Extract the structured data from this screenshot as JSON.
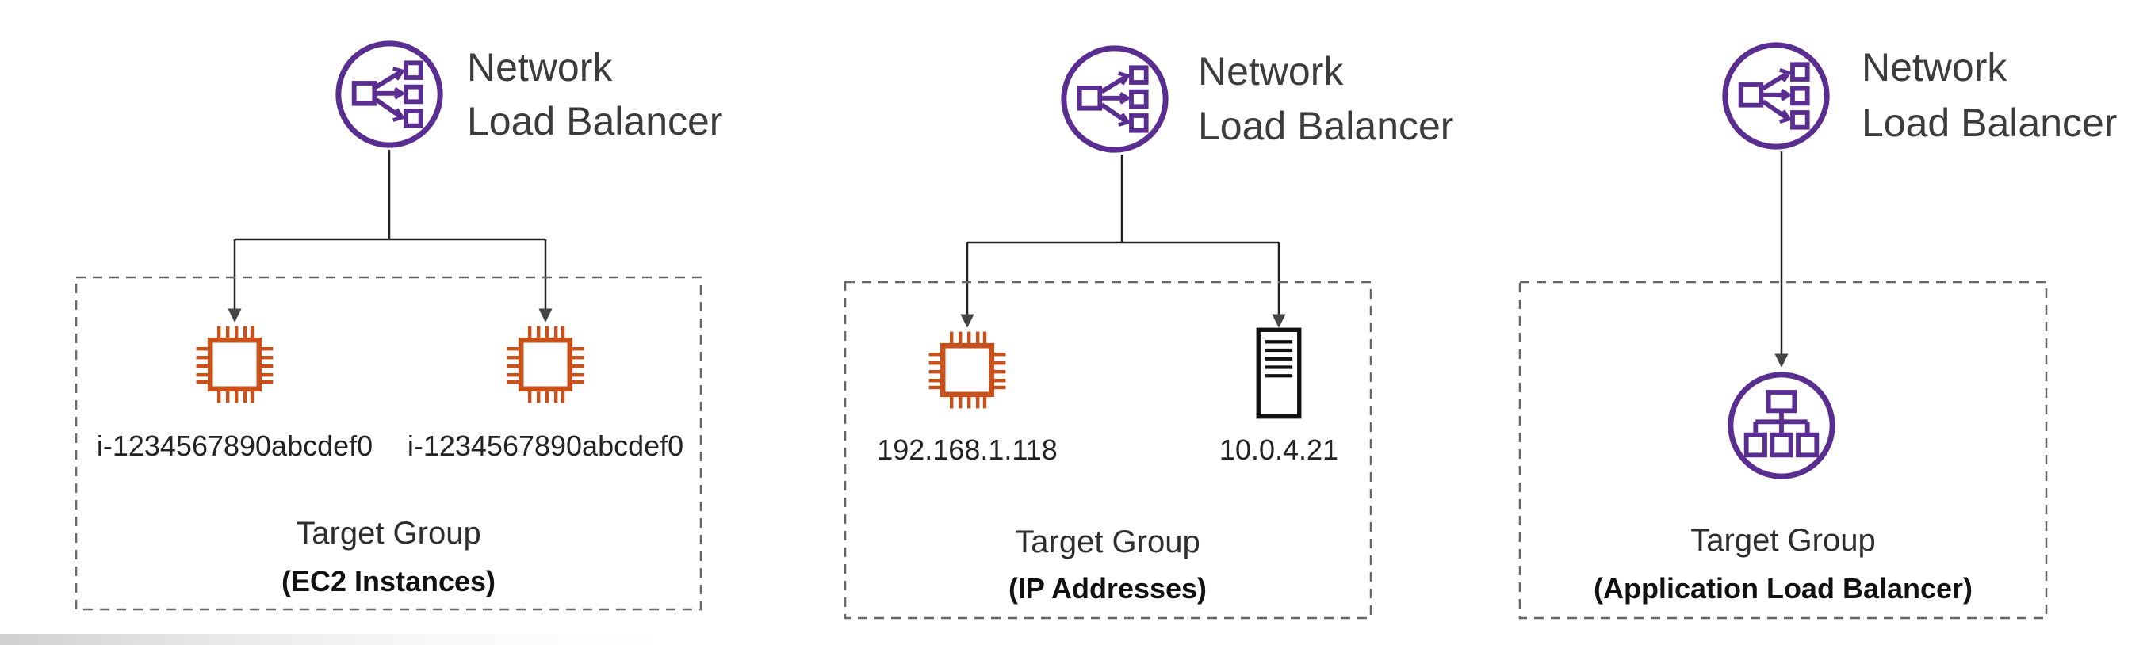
{
  "colors": {
    "nlb": "#5a2d91",
    "ec2": "#c8511b",
    "connector": "#222222",
    "border": "#666666",
    "server": "#111111"
  },
  "panels": [
    {
      "id": "ec2",
      "nlb": {
        "line1": "Network",
        "line2": "Load Balancer",
        "icon": "network-load-balancer-icon"
      },
      "targets": [
        {
          "icon": "ec2-instance-icon",
          "label": "i-1234567890abcdef0"
        },
        {
          "icon": "ec2-instance-icon",
          "label": "i-1234567890abcdef0"
        }
      ],
      "group": {
        "title": "Target Group",
        "subtitle": "(EC2 Instances)"
      }
    },
    {
      "id": "ip",
      "nlb": {
        "line1": "Network",
        "line2": "Load Balancer",
        "icon": "network-load-balancer-icon"
      },
      "targets": [
        {
          "icon": "ec2-instance-icon",
          "label": "192.168.1.118"
        },
        {
          "icon": "on-prem-server-icon",
          "label": "10.0.4.21"
        }
      ],
      "group": {
        "title": "Target Group",
        "subtitle": "(IP Addresses)"
      }
    },
    {
      "id": "alb",
      "nlb": {
        "line1": "Network",
        "line2": "Load Balancer",
        "icon": "network-load-balancer-icon"
      },
      "targets": [
        {
          "icon": "application-load-balancer-icon",
          "label": ""
        }
      ],
      "group": {
        "title": "Target Group",
        "subtitle": "(Application Load Balancer)"
      }
    }
  ]
}
